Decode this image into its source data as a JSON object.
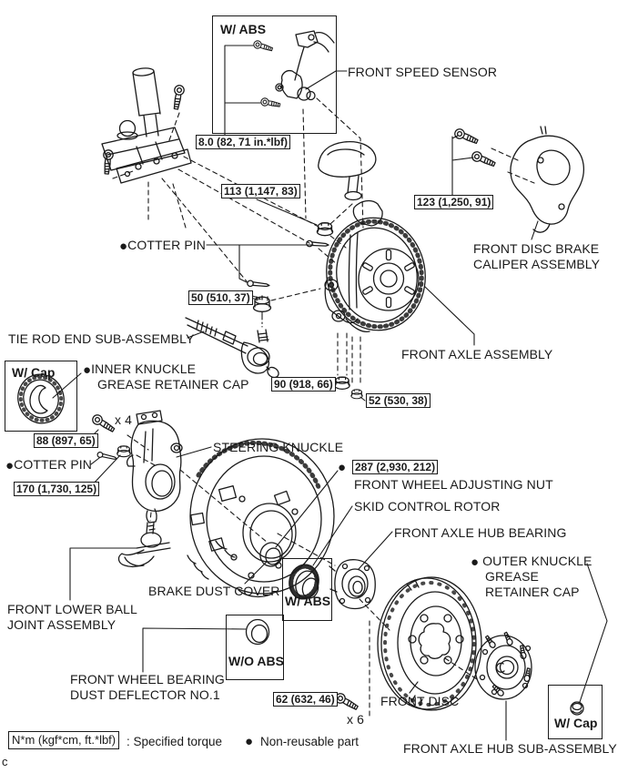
{
  "glyphs": {
    "bullet": "●"
  },
  "colors": {
    "line": "#1a1a1a",
    "background": "#ffffff"
  },
  "containers": {
    "abs_top": "W/ ABS",
    "abs_mid": "W/ ABS",
    "wo_abs": "W/O ABS",
    "cap_left": "W/ Cap",
    "cap_right": "W/ Cap"
  },
  "torques": {
    "speed_sensor": "8.0 (82, 71 in.*lbf)",
    "strut_nut": "113 (1,147, 83)",
    "caliper_bolt": "123 (1,250, 91)",
    "tie_rod_nut": "50 (510, 37)",
    "axle_nut_upper": "90 (918, 66)",
    "axle_nut_lower": "52 (530, 38)",
    "knuckle_bolt": "88 (897, 65)",
    "ball_joint_nut": "170 (1,730, 125)",
    "adjusting_nut": "287 (2,930, 212)",
    "disc_bolt": "62 (632, 46)"
  },
  "counts": {
    "knuckle_bolt": "x 4",
    "disc_bolt": "x 6"
  },
  "labels": {
    "speed_sensor": "FRONT SPEED SENSOR",
    "caliper_line1": "FRONT DISC BRAKE",
    "caliper_line2": "CALIPER ASSEMBLY",
    "cotter_pin_upper": "COTTER PIN",
    "tie_rod": "TIE ROD END SUB-ASSEMBLY",
    "axle_assembly": "FRONT AXLE ASSEMBLY",
    "inner_cap_line1": "INNER KNUCKLE",
    "inner_cap_line2": "GREASE RETAINER CAP",
    "cotter_pin_lower": "COTTER PIN",
    "steering_knuckle": "STEERING KNUCKLE",
    "adjusting_nut": "FRONT WHEEL ADJUSTING NUT",
    "skid_control_rotor": "SKID CONTROL ROTOR",
    "hub_bearing": "FRONT AXLE HUB BEARING",
    "outer_cap_line1": "OUTER KNUCKLE",
    "outer_cap_line2": "GREASE",
    "outer_cap_line3": "RETAINER CAP",
    "brake_dust_cover": "BRAKE DUST COVER",
    "lower_ball_joint_line1": "FRONT LOWER BALL",
    "lower_ball_joint_line2": "JOINT ASSEMBLY",
    "dust_deflector_line1": "FRONT WHEEL BEARING",
    "dust_deflector_line2": "DUST DEFLECTOR NO.1",
    "front_disc": "FRONT DISC",
    "hub_sub_assembly": "FRONT AXLE HUB SUB-ASSEMBLY"
  },
  "legend": {
    "torque_unit": "N*m (kgf*cm, ft.*lbf)",
    "torque_desc": ": Specified torque",
    "nonreusable": "Non-reusable part"
  },
  "footer": {
    "page_char": "c"
  }
}
